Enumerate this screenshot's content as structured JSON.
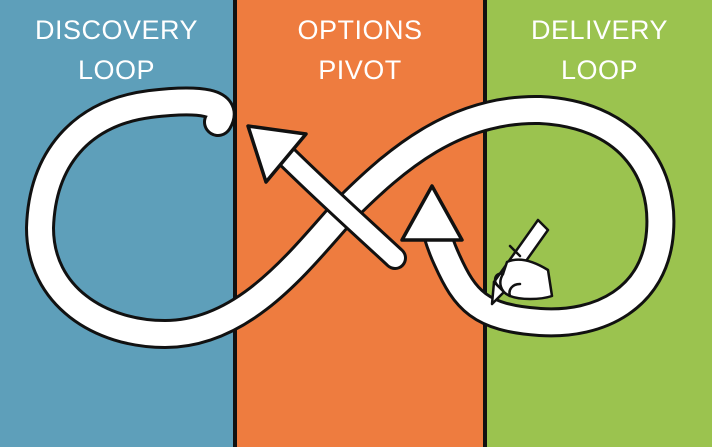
{
  "panels": [
    {
      "id": "discovery",
      "line1": "DISCOVERY",
      "line2": "LOOP",
      "color": "#5e9fba"
    },
    {
      "id": "options",
      "line1": "OPTIONS",
      "line2": "PIVOT",
      "color": "#ee7c3f"
    },
    {
      "id": "delivery",
      "line1": "DELIVERY",
      "line2": "LOOP",
      "color": "#9bc34f"
    }
  ],
  "icons": {
    "loop": "infinity-loop-icon",
    "arrows": "up-arrow-icon",
    "hand": "hand-with-pen-icon"
  },
  "colors": {
    "divider": "#111111",
    "stroke": "#111111",
    "fill": "#ffffff"
  }
}
